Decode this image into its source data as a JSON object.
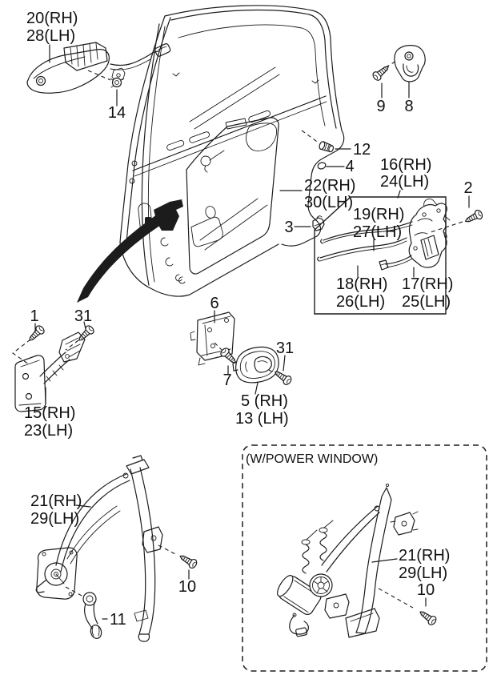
{
  "figure": {
    "type": "exploded-parts-diagram",
    "subject": "rear door locking mechanism and window regulator",
    "background_color": "#ffffff",
    "line_color": "#1c1c1c",
    "text_color": "#111111"
  },
  "power_window": {
    "caption": "(W/POWER WINDOW)"
  },
  "parts": {
    "outside_handle": {
      "line1": "20(RH)",
      "line2": "28(LH)"
    },
    "handle_nut": {
      "label": "14"
    },
    "striker_screw": {
      "label": "9"
    },
    "striker": {
      "label": "8"
    },
    "stopper": {
      "label": "12"
    },
    "grommet": {
      "label": "4"
    },
    "latch_assembly": {
      "line1": "16(RH)",
      "line2": "24(LH)"
    },
    "door_panel": {
      "line1": "22(RH)",
      "line2": "30(LH)"
    },
    "rod_clip": {
      "label": "3"
    },
    "latch_screw": {
      "label": "2"
    },
    "lock_rod": {
      "line1": "19(RH)",
      "line2": "27(LH)"
    },
    "handle_rod": {
      "line1": "18(RH)",
      "line2": "26(LH)"
    },
    "latch": {
      "line1": "17(RH)",
      "line2": "25(LH)"
    },
    "check_screw": {
      "label": "1"
    },
    "check_bolt": {
      "label": "31"
    },
    "door_check": {
      "line1": "15(RH)",
      "line2": "23(LH)"
    },
    "handle_base": {
      "label": "6"
    },
    "base_screw": {
      "label": "7"
    },
    "inside_handle": {
      "line1": "5 (RH)",
      "line2": "13 (LH)"
    },
    "handle_bolt": {
      "label": "31"
    },
    "manual_regulator": {
      "line1": "21(RH)",
      "line2": "29(LH)"
    },
    "manual_regulator_bolt": {
      "label": "10"
    },
    "window_crank": {
      "label": "11"
    },
    "power_regulator": {
      "line1": "21(RH)",
      "line2": "29(LH)"
    },
    "power_regulator_bolt": {
      "label": "10"
    }
  }
}
